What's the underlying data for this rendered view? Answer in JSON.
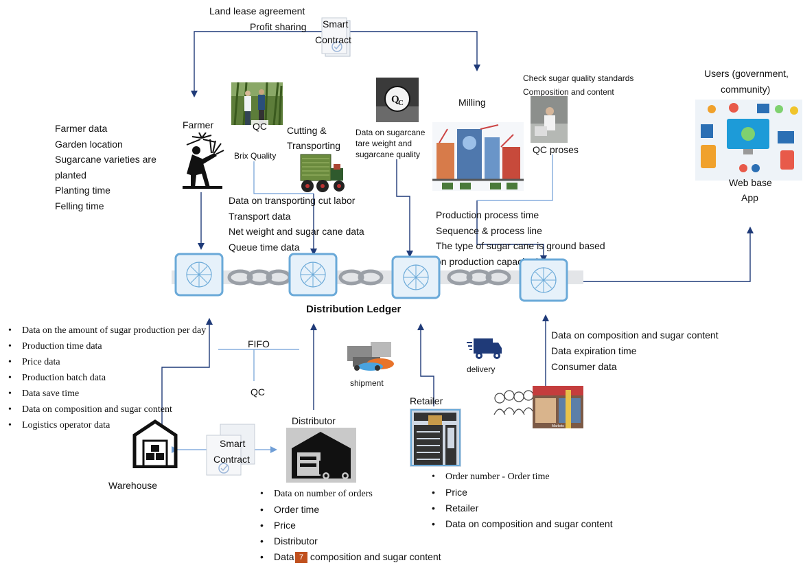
{
  "top": {
    "land_lease": "Land lease agreement",
    "profit_sharing": "Profit sharing",
    "smart_contract_line1": "Smart",
    "smart_contract_line2": "Contract"
  },
  "farmer": {
    "title": "Farmer",
    "details": [
      "Farmer data",
      "Garden location",
      "Sugarcane varieties are",
      "planted",
      "Planting time",
      "Felling time"
    ]
  },
  "qc1": {
    "title": "QC",
    "sub": "Brix Quality"
  },
  "cutting": {
    "title_line1": "Cutting &",
    "title_line2": "Transporting",
    "details": [
      "Data on transporting cut labor",
      "Transport data",
      "Net weight and sugar cane data",
      "Queue time data"
    ]
  },
  "qc_station": {
    "details": [
      "Data on sugarcane",
      "tare weight and",
      "sugarcane quality"
    ]
  },
  "milling": {
    "title": "Milling",
    "details": [
      "Production process time",
      "Sequence & process line",
      "The type of sugar cane is ground based",
      "on production capacity / day"
    ]
  },
  "qc_proses": {
    "check": [
      "Check sugar quality standards",
      "Composition and content"
    ],
    "title": "QC proses"
  },
  "users": {
    "title_line1": "Users (government,",
    "title_line2": "community)",
    "app_line1": "Web base",
    "app_line2": "App"
  },
  "ledger": {
    "title": "Distribution Ledger"
  },
  "warehouse": {
    "title": "Warehouse",
    "details": [
      "Data on the amount of sugar production per day",
      "Production time data",
      "Price data",
      "Production batch data",
      "Data save time",
      "Data on composition and sugar content",
      "Logistics operator data"
    ]
  },
  "fifo": {
    "label": "FIFO",
    "qc": "QC"
  },
  "contract2": {
    "line1": "Smart",
    "line2": "Contract"
  },
  "distributor": {
    "title": "Distributor",
    "details": [
      "Data on number of orders",
      "Order time",
      "Price",
      "Distributor",
      "Data on composition and sugar content"
    ]
  },
  "shipment": {
    "label": "shipment"
  },
  "delivery": {
    "label": "delivery"
  },
  "retailer": {
    "title": "Retailer",
    "details": [
      "Order number - Order time",
      "Price",
      "Retailer",
      "Data on composition and sugar content"
    ]
  },
  "consumer": {
    "details": [
      "Data on composition and sugar content",
      "Data expiration time",
      "Consumer data"
    ],
    "market_label": "Markets"
  },
  "page_number": "7",
  "colors": {
    "arrow": "#1f3a78",
    "thin_line": "#6f9ed6",
    "ledger_block": "#6aa9d8"
  }
}
